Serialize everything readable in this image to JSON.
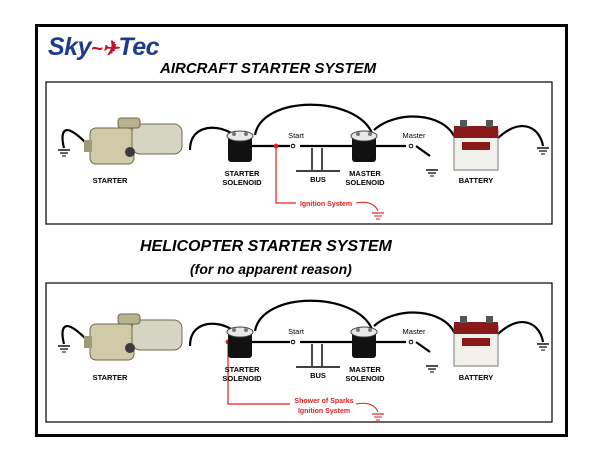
{
  "brand": {
    "logo_left": "Sky",
    "logo_right": "Tec"
  },
  "panel1": {
    "title": "AIRCRAFT STARTER SYSTEM",
    "labels": {
      "starter": "STARTER",
      "starter_solenoid_1": "STARTER",
      "starter_solenoid_2": "SOLENOID",
      "start": "Start",
      "bus": "BUS",
      "master_solenoid_1": "MASTER",
      "master_solenoid_2": "SOLENOID",
      "master": "Master",
      "battery": "BATTERY",
      "ignition": "Ignition System"
    }
  },
  "panel2": {
    "title": "HELICOPTER STARTER SYSTEM",
    "subtitle": "(for no apparent reason)",
    "labels": {
      "starter": "STARTER",
      "starter_solenoid_1": "STARTER",
      "starter_solenoid_2": "SOLENOID",
      "start": "Start",
      "bus": "BUS",
      "master_solenoid_1": "MASTER",
      "master_solenoid_2": "SOLENOID",
      "master": "Master",
      "battery": "BATTERY",
      "sparks": "Shower of Sparks",
      "ignition": "Ignition System"
    }
  },
  "colors": {
    "logo": "#1f3c8c",
    "swoosh": "#c0102a",
    "ignition_wire": "#e02020",
    "battery": "#8a1a1a",
    "solenoid": "#111111",
    "starter_body": "#c9c6a8"
  }
}
